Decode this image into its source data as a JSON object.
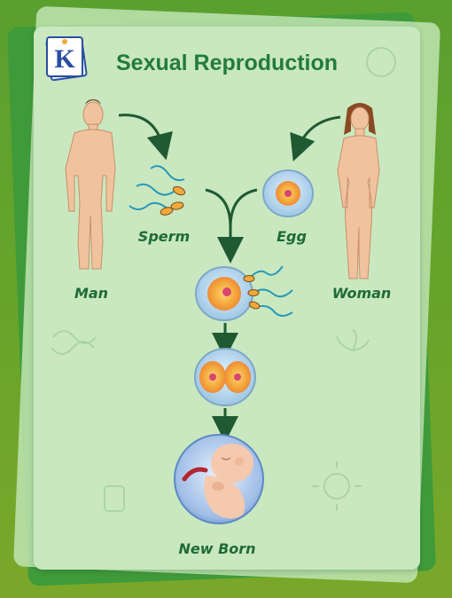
{
  "title": "Sexual Reproduction",
  "logo": {
    "letter": "K"
  },
  "labels": {
    "man": "Man",
    "woman": "Woman",
    "sperm": "Sperm",
    "egg": "Egg",
    "newborn": "New Born"
  },
  "colors": {
    "title": "#247a3f",
    "label": "#1f6b36",
    "arrow": "#1f5a33",
    "skin": "#f1c6a3",
    "egg_core": "#f2b233",
    "egg_nucleus": "#d9456f"
  }
}
